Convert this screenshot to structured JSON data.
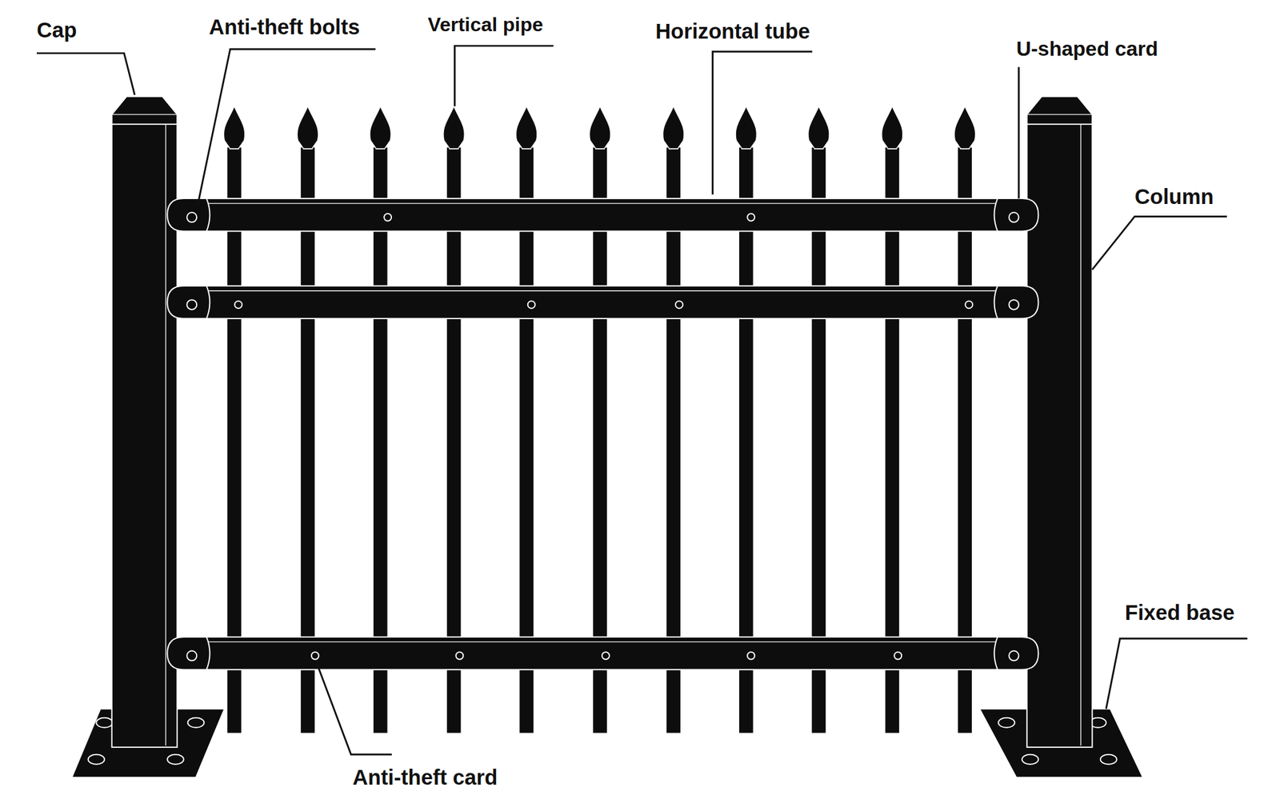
{
  "diagram": {
    "labels": [
      "Cap",
      "Anti-theft bolts",
      "Vertical pipe",
      "Horizontal tube",
      "U-shaped card",
      "Column",
      "Fixed base",
      "Anti-theft card"
    ]
  }
}
